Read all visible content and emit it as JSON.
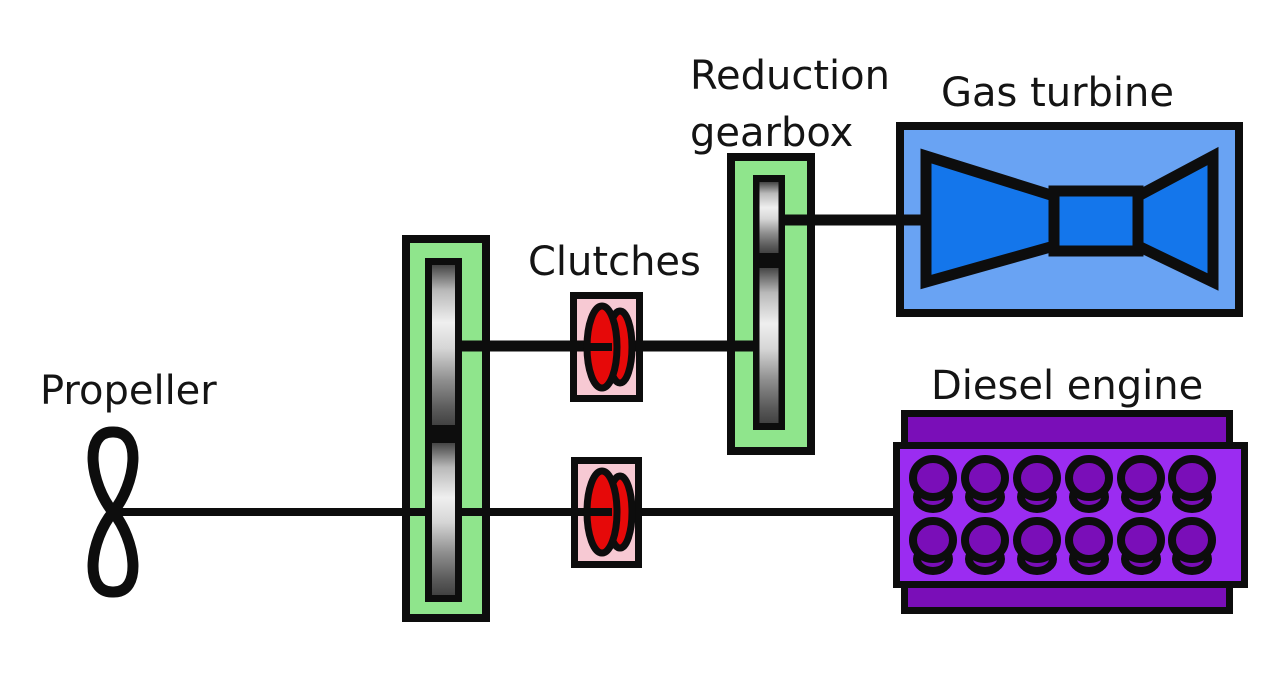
{
  "diagram": {
    "labels": {
      "propeller": "Propeller",
      "clutches": "Clutches",
      "reduction_gearbox_line1": "Reduction",
      "reduction_gearbox_line2": "gearbox",
      "gas_turbine": "Gas turbine",
      "diesel_engine": "Diesel engine"
    },
    "colors": {
      "gearbox_green": "#8FE58C",
      "clutch_pink": "#F7C9D3",
      "clutch_red": "#E60909",
      "turbine_light_blue": "#69A3F3",
      "turbine_dark_blue": "#1476EB",
      "engine_purple_bright": "#9B2CF1",
      "engine_purple_dark": "#7A0EB8",
      "outline_black": "#0D0D0D"
    },
    "icons": {
      "propeller-icon": "figure-eight propeller symbol",
      "gear-shaft-icon": "shaded vertical gear shaft",
      "clutch-disc-icon": "pair of red friction discs",
      "turbine-rotor-icon": "bowtie compressor-turbine symbol",
      "cylinder-icon": "round engine cylinders, 2 rows of 6"
    }
  }
}
